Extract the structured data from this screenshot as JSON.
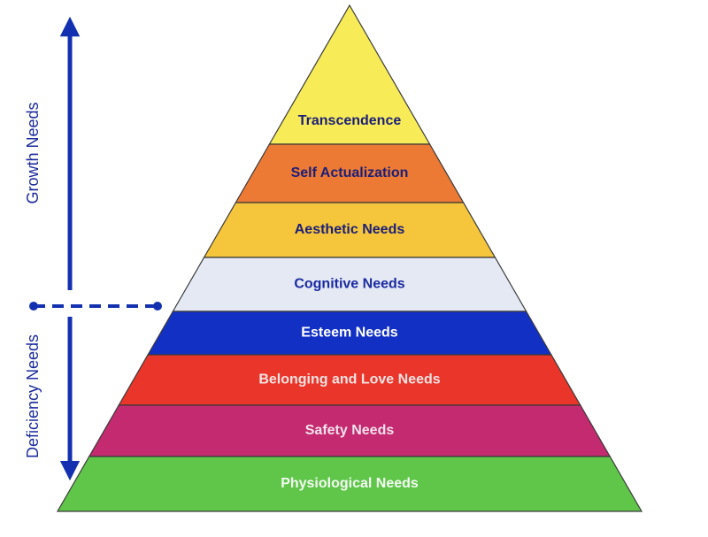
{
  "pyramid": {
    "tiers": [
      {
        "label": "Transcendence",
        "fill": "#f7ec57",
        "text_color": "#1b1f78"
      },
      {
        "label": "Self Actualization",
        "fill": "#ec7a34",
        "text_color": "#1b1f78"
      },
      {
        "label": "Aesthetic Needs",
        "fill": "#f5c53b",
        "text_color": "#1b1f78"
      },
      {
        "label": "Cognitive Needs",
        "fill": "#e4e9f4",
        "text_color": "#1b2aa0"
      },
      {
        "label": "Esteem Needs",
        "fill": "#1330c4",
        "text_color": "#ffffff"
      },
      {
        "label": "Belonging and Love Needs",
        "fill": "#e9352a",
        "text_color": "#f3e3e3"
      },
      {
        "label": "Safety Needs",
        "fill": "#c42a6f",
        "text_color": "#f3e3ee"
      },
      {
        "label": "Physiological Needs",
        "fill": "#5fc64a",
        "text_color": "#f4fbf2"
      }
    ]
  },
  "side": {
    "growth_label": "Growth Needs",
    "deficiency_label": "Deficiency Needs",
    "arrow_color": "#1330b0"
  }
}
